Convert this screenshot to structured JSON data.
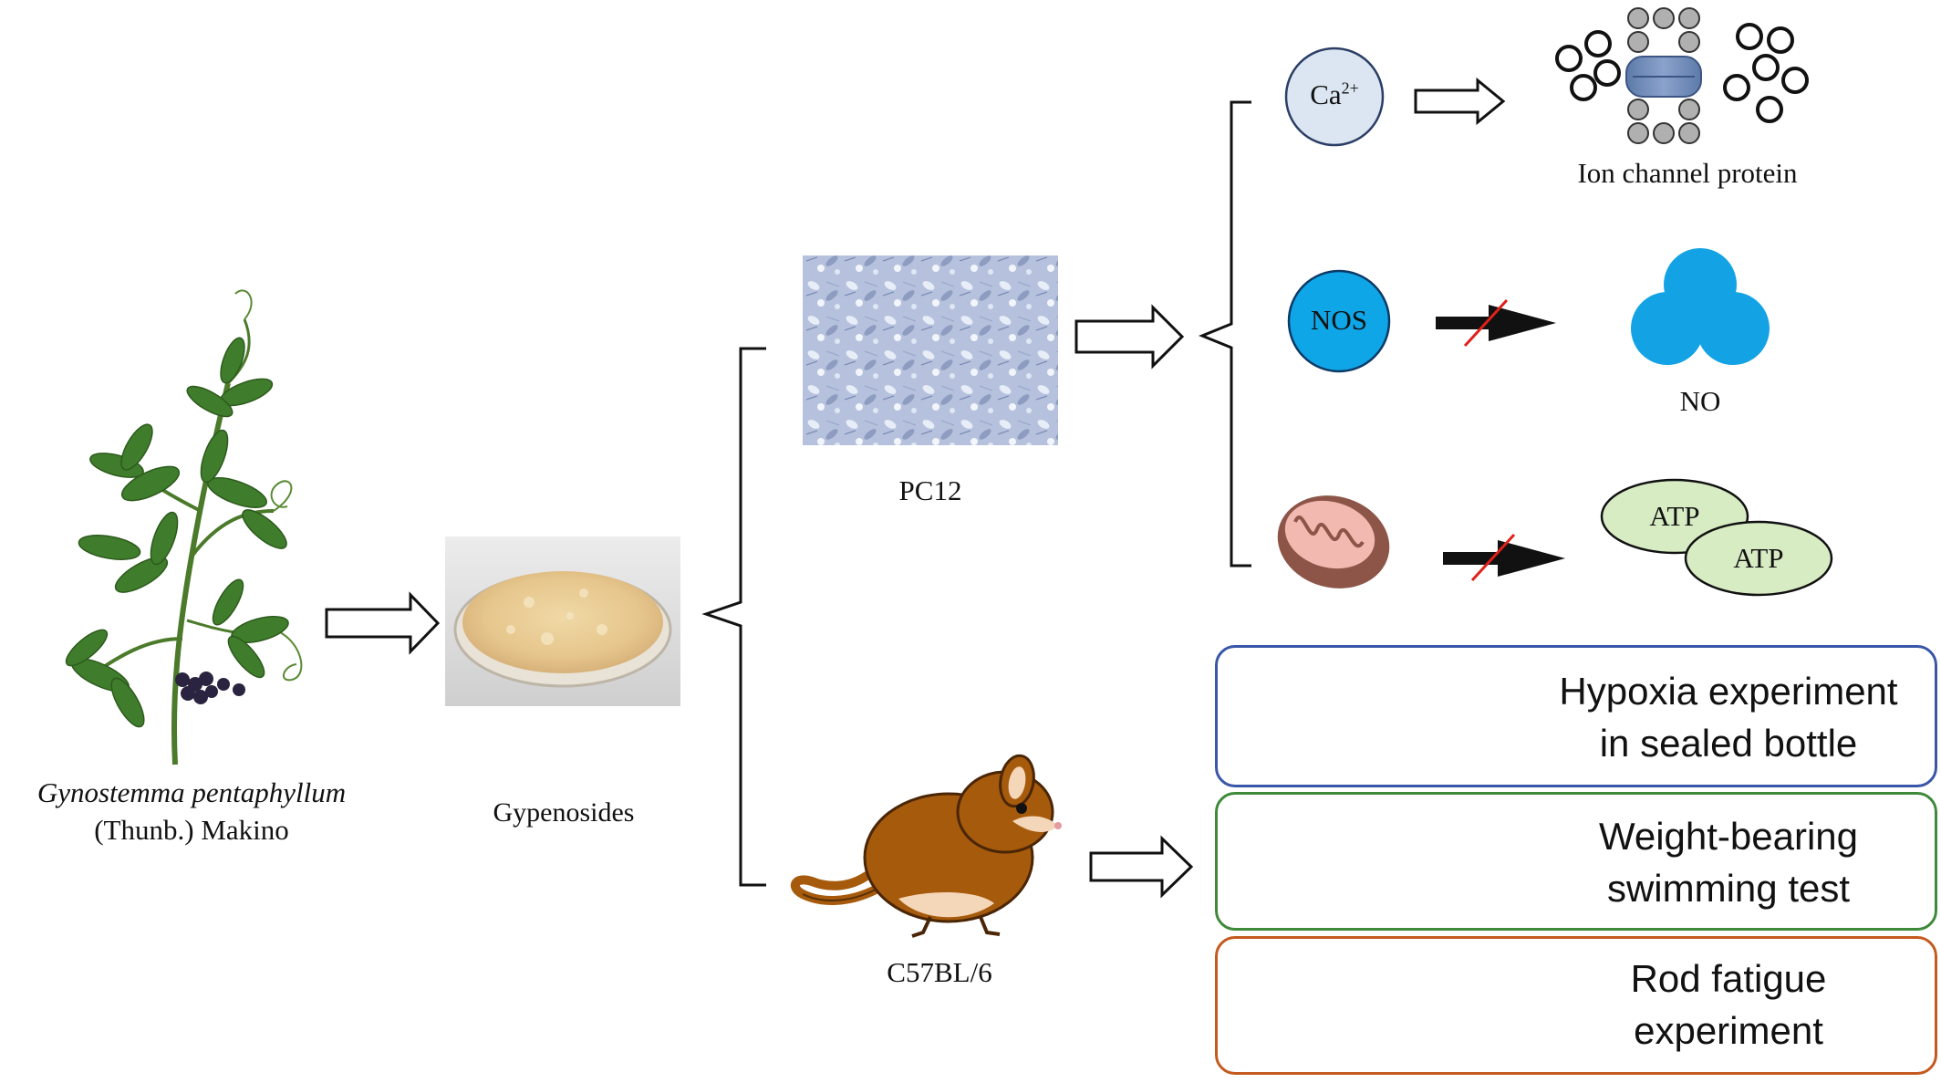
{
  "plant": {
    "name_italic": "Gynostemma pentaphyllum",
    "name_suffix": "(Thunb.) Makino"
  },
  "powder": {
    "label": "Gypenosides"
  },
  "cells": {
    "label": "PC12"
  },
  "mouse": {
    "label": "C57BL/6"
  },
  "mechanisms": {
    "calcium": {
      "symbol": "Ca",
      "charge": "2+",
      "target": "Ion channel protein"
    },
    "nos": {
      "label": "NOS",
      "product": "NO"
    },
    "mitochondria": {
      "product_1": "ATP",
      "product_2": "ATP"
    }
  },
  "experiments": [
    {
      "line1": "Hypoxia experiment",
      "line2": "in sealed bottle",
      "border_color": "#3a56a8"
    },
    {
      "line1": "Weight-bearing",
      "line2": "swimming test",
      "border_color": "#3f8a3a"
    },
    {
      "line1": "Rod fatigue",
      "line2": "experiment",
      "border_color": "#c55a1e"
    }
  ],
  "colors": {
    "calcium_fill": "#dce6f2",
    "nos_blue": "#0fa6e8",
    "no_blue": "#13a3e5",
    "atp_green": "#d8ecc4",
    "mouse_brown": "#a65a0c",
    "mito_brown": "#8c5548"
  }
}
